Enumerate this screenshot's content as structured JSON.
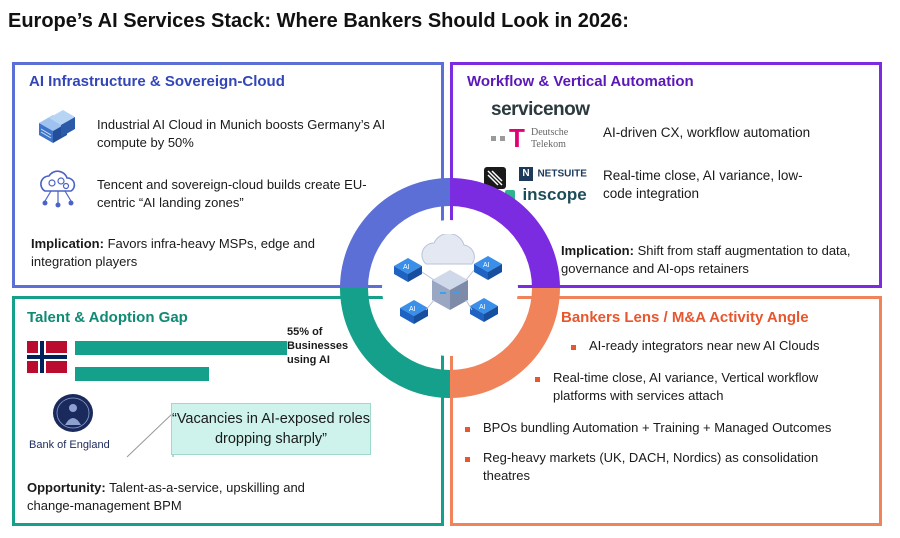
{
  "title": "Europe’s AI Services Stack: Where Bankers Should Look in 2026:",
  "q1": {
    "heading": "AI Infrastructure & Sovereign-Cloud",
    "item1": "Industrial AI Cloud in Munich boosts Germany’s AI compute by 50%",
    "item2": "Tencent and sovereign-cloud builds create EU-centric “AI landing zones”",
    "implication_label": "Implication:",
    "implication_text": " Favors infra-heavy MSPs, edge and integration players"
  },
  "q2": {
    "heading": "Workflow & Vertical Automation",
    "logo_servicenow": "servicenow",
    "logo_telekom_1": "Deutsche",
    "logo_telekom_2": "Telekom",
    "item1": "AI-driven CX, workflow automation",
    "logo_netsuite": "NETSUITE",
    "logo_inscope": "inscope",
    "item2": "Real-time close, AI variance, low-code integration",
    "implication_label": "Implication:",
    "implication_text": " Shift from staff augmentation to data, governance and AI-ops retainers"
  },
  "q3": {
    "heading": "Talent & Adoption Gap",
    "bar_label": "55% of Businesses using AI",
    "boe_label": "Bank of England",
    "quote": "“Vacancies in AI-exposed roles dropping sharply”",
    "opportunity_label": "Opportunity:",
    "opportunity_text": " Talent-as-a-service, upskilling and change-management BPM"
  },
  "q4": {
    "heading": "Bankers Lens / M&A Activity Angle",
    "bullets": [
      "AI-ready integrators near new AI Clouds",
      "Real-time close, AI variance, Vertical workflow platforms with services attach",
      "BPOs bundling Automation + Training + Managed Outcomes",
      "Reg-heavy markets (UK, DACH, Nordics) as consolidation theatres"
    ]
  },
  "center": {
    "chip_label": "AI"
  },
  "colors": {
    "infra": "#5b6fd6",
    "workflow": "#7c2ce0",
    "talent": "#14a08a",
    "bankers": "#f0835a",
    "bullet": "#e8562e"
  },
  "icons": [
    "server-rack-icon",
    "cloud-network-icon",
    "servicenow-logo",
    "telekom-logo",
    "notion-logo",
    "netsuite-logo",
    "inscope-logo",
    "norway-flag-icon",
    "bank-of-england-logo",
    "ai-cloud-hub-icon"
  ]
}
